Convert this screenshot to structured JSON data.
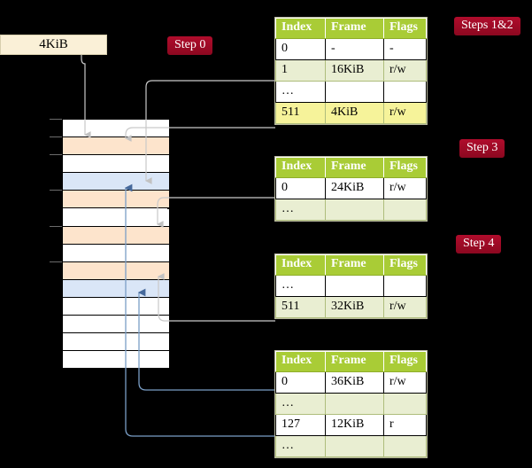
{
  "diagram": {
    "title_source_box": "4KiB",
    "badges": [
      {
        "name": "step-0",
        "label": "Step 0"
      },
      {
        "name": "steps-1-2",
        "label": "Steps 1&2"
      },
      {
        "name": "step-3",
        "label": "Step 3"
      },
      {
        "name": "step-4",
        "label": "Step 4"
      }
    ],
    "columns": [
      "Index",
      "Frame",
      "Flags"
    ],
    "tables": [
      {
        "name": "page-table-level-0",
        "rows": [
          {
            "index": "0",
            "frame": "-",
            "flags": "-",
            "shade": false,
            "highlight": false
          },
          {
            "index": "1",
            "frame": "16KiB",
            "flags": "r/w",
            "shade": true,
            "highlight": false
          },
          {
            "index": "…",
            "frame": "",
            "flags": "",
            "shade": false,
            "highlight": false
          },
          {
            "index": "511",
            "frame": "4KiB",
            "flags": "r/w",
            "shade": true,
            "highlight": true
          }
        ]
      },
      {
        "name": "page-table-level-1",
        "rows": [
          {
            "index": "0",
            "frame": "24KiB",
            "flags": "r/w",
            "shade": false,
            "highlight": false
          },
          {
            "index": "…",
            "frame": "",
            "flags": "",
            "shade": true,
            "highlight": false
          }
        ]
      },
      {
        "name": "page-table-level-2",
        "rows": [
          {
            "index": "…",
            "frame": "",
            "flags": "",
            "shade": false,
            "highlight": false
          },
          {
            "index": "511",
            "frame": "32KiB",
            "flags": "r/w",
            "shade": true,
            "highlight": false
          }
        ]
      },
      {
        "name": "page-table-level-3",
        "rows": [
          {
            "index": "0",
            "frame": "36KiB",
            "flags": "r/w",
            "shade": false,
            "highlight": false
          },
          {
            "index": "…",
            "frame": "",
            "flags": "",
            "shade": true,
            "highlight": false
          },
          {
            "index": "127",
            "frame": "12KiB",
            "flags": "r",
            "shade": false,
            "highlight": false
          },
          {
            "index": "…",
            "frame": "",
            "flags": "",
            "shade": true,
            "highlight": false
          }
        ]
      }
    ],
    "memory_column": {
      "name": "physical-memory-column",
      "cells": [
        {
          "fill": "white"
        },
        {
          "fill": "peach"
        },
        {
          "fill": "white"
        },
        {
          "fill": "blue"
        },
        {
          "fill": "peach"
        },
        {
          "fill": "white"
        },
        {
          "fill": "peach"
        },
        {
          "fill": "white"
        },
        {
          "fill": "peach"
        },
        {
          "fill": "blue"
        },
        {
          "fill": "white"
        },
        {
          "fill": "white"
        },
        {
          "fill": "white"
        },
        {
          "fill": "white"
        }
      ]
    },
    "colors": {
      "badge": "#a80b28",
      "header_green": "#a9cc36",
      "shade_green": "#e9eed2",
      "highlight_yellow": "#fdfbb0",
      "peach": "#fde4cc",
      "blue": "#dae6f7",
      "cream": "#faf0d7",
      "wire_gray": "#c9c9c9",
      "wire_blue": "#7a9ec6",
      "background": "#000000"
    }
  }
}
